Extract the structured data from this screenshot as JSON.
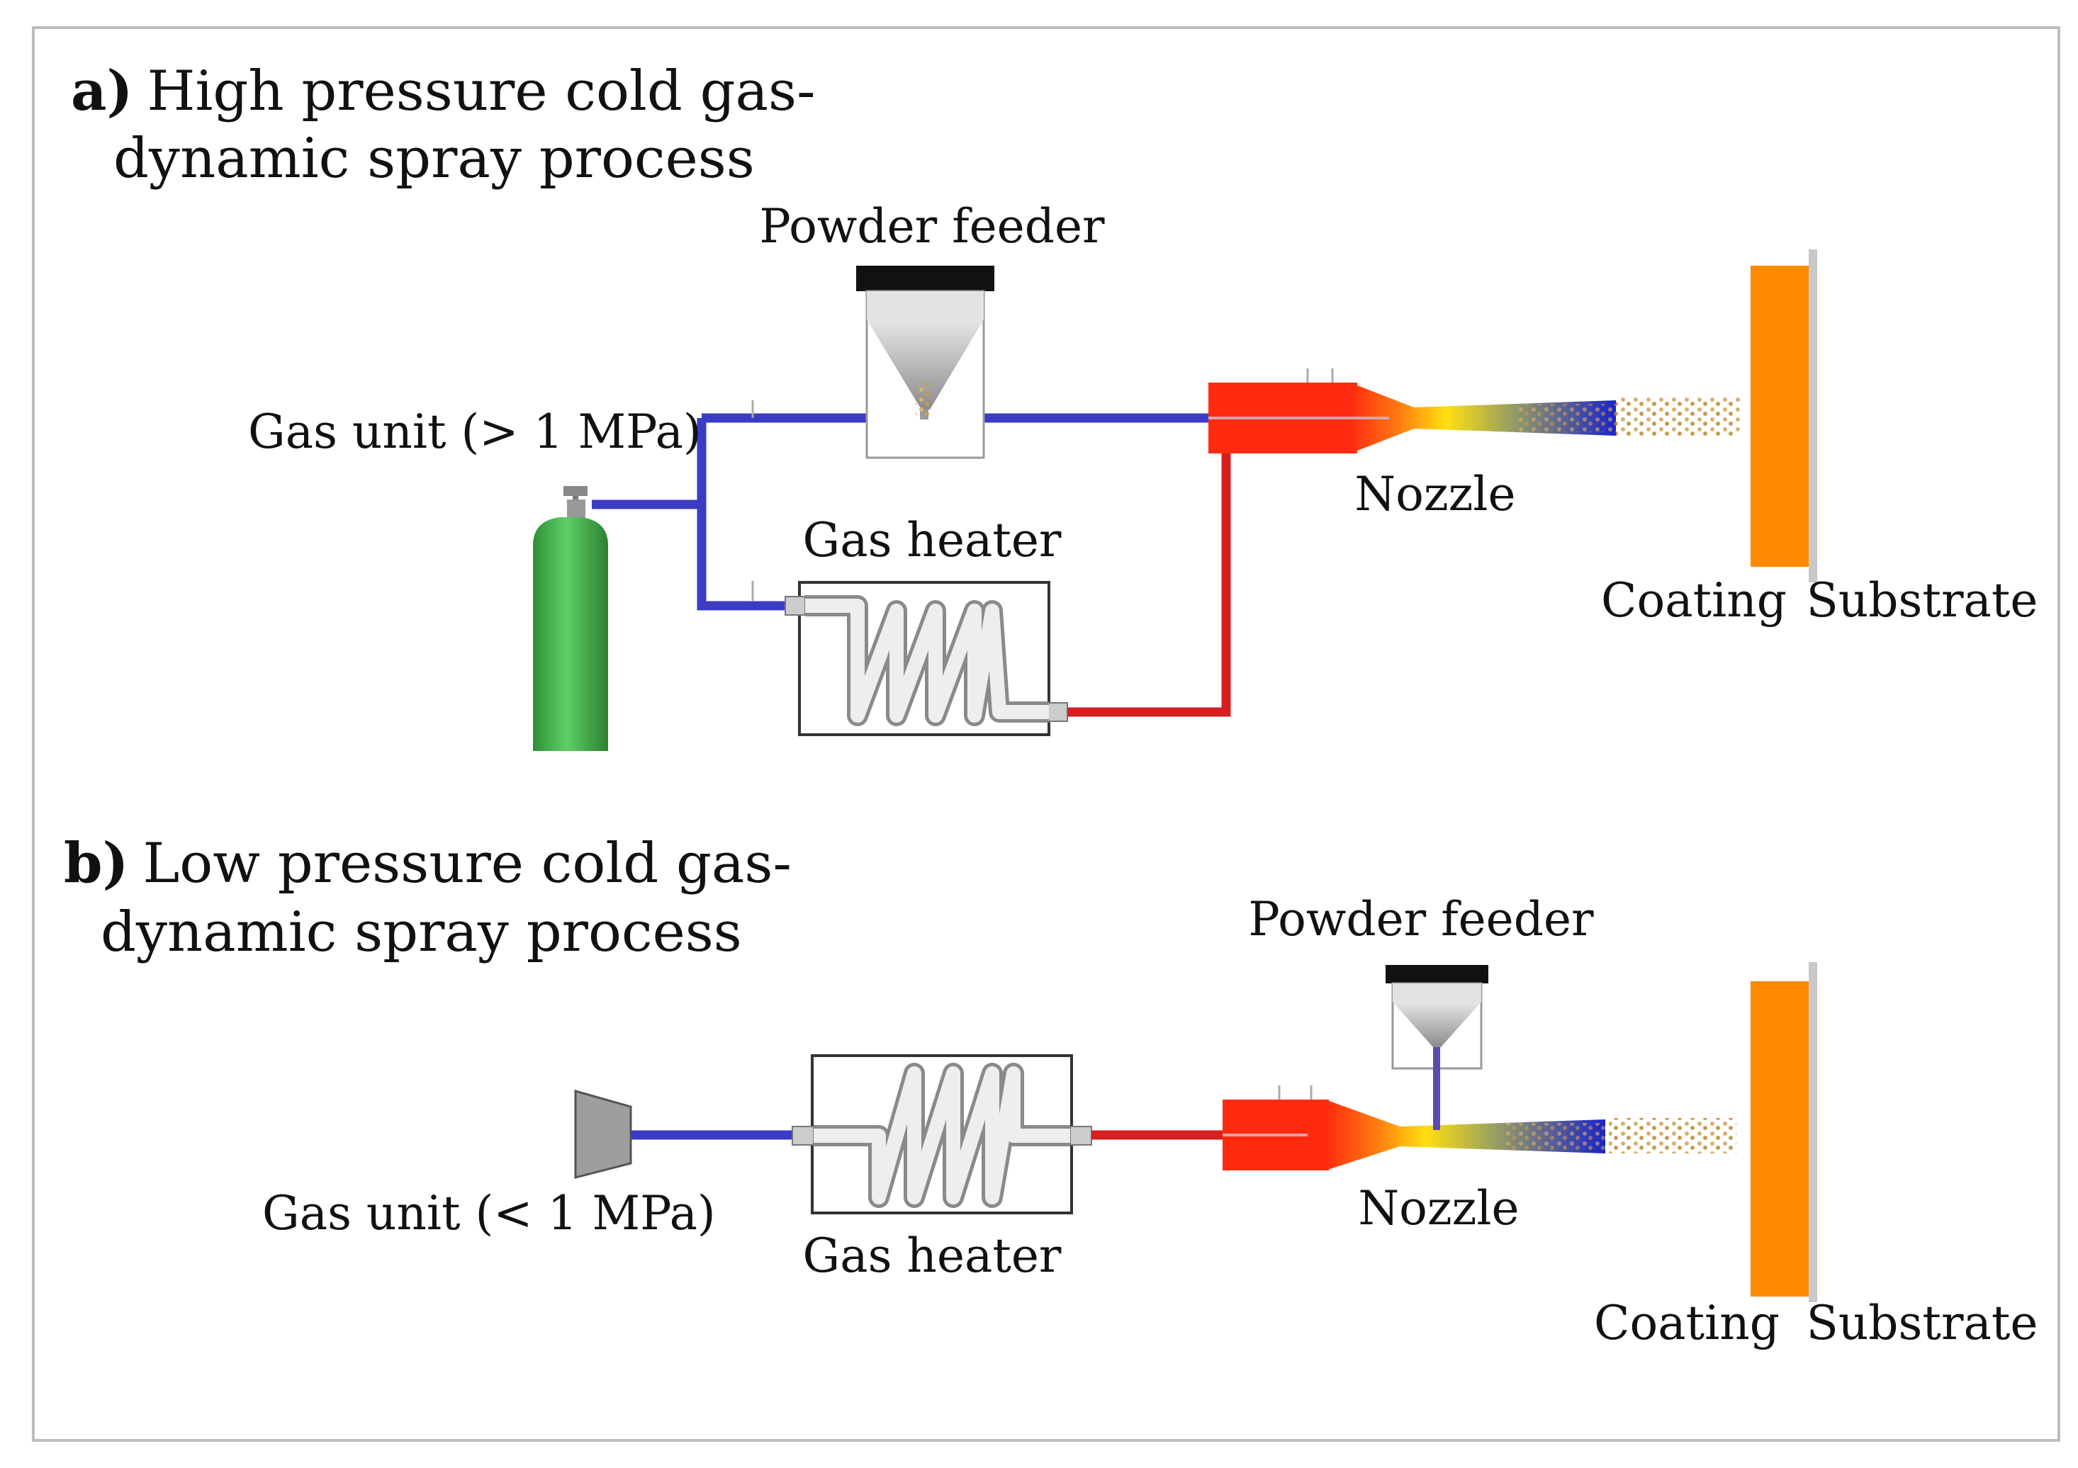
{
  "panel_a": {
    "tag": "a)",
    "title_line1": "High pressure cold gas-",
    "title_line2": "dynamic spray process",
    "powder_feeder": "Powder feeder",
    "gas_unit": "Gas unit (> 1 MPa)",
    "gas_heater": "Gas heater",
    "nozzle": "Nozzle",
    "coating": "Coating",
    "substrate": "Substrate"
  },
  "panel_b": {
    "tag": "b)",
    "title_line1": "Low pressure cold gas-",
    "title_line2": "dynamic spray process",
    "powder_feeder": "Powder feeder",
    "gas_unit": "Gas unit (< 1 MPa)",
    "gas_heater": "Gas heater",
    "nozzle": "Nozzle",
    "coating": "Coating",
    "substrate": "Substrate"
  },
  "colors": {
    "cold_gas": "#3b3bc4",
    "hot_gas": "#d61f1f",
    "cylinder": "#3cb043",
    "coating": "#ff8a00",
    "substrate": "#c8c8c8",
    "powder": "#d8b070",
    "frame_border": "#bdbdbd"
  }
}
